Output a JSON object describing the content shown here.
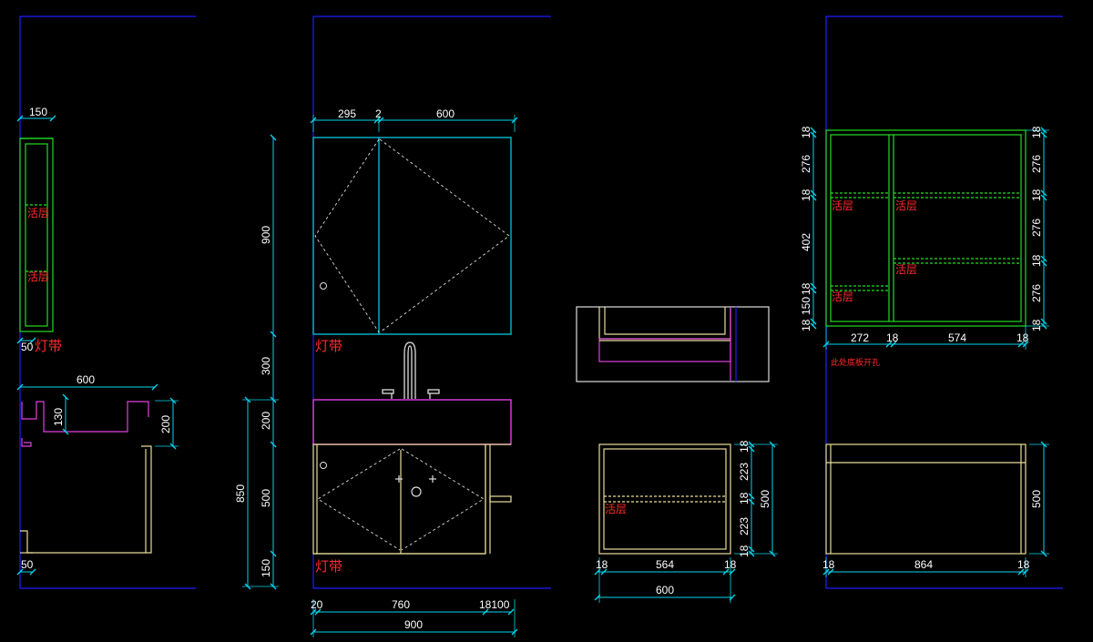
{
  "colors": {
    "background": "#000000",
    "frame": "#1e1eff",
    "dimension": "#00d6ee",
    "dimension_text": "#ffffff",
    "cabinet": "#e8dc9a",
    "mirror": "#00d6ee",
    "shelf_box": "#22dd22",
    "basin": "#e040e0",
    "label": "#ff2a2a"
  },
  "labels": {
    "light_strip": "灯带",
    "movable_shelf": "活层",
    "hole_note": "此处底板开孔"
  },
  "side_view": {
    "top_width": "150",
    "top_offset": "50",
    "base_width": "600",
    "basin_depth": "130",
    "basin_height": "200",
    "base_offset": "50"
  },
  "front_view": {
    "mirror_left": "295",
    "mirror_gap": "2",
    "mirror_right": "600",
    "mirror_height": "900",
    "gap_height": "300",
    "counter_height": "200",
    "cabinet_height": "500",
    "plinth_height": "150",
    "total_height": "850",
    "bottom_left": "20",
    "bottom_mid": "760",
    "bottom_right": "18100",
    "bottom_total": "900"
  },
  "plan_view": {
    "side_18a": "18",
    "inner_width": "564",
    "side_18b": "18",
    "total_width": "600",
    "h_top": "18",
    "h_upper": "223",
    "h_mid": "18",
    "h_lower": "223",
    "h_bottom": "18",
    "h_total": "500"
  },
  "wall_cabinet": {
    "left": {
      "d1": "18",
      "d2": "276",
      "d3": "18",
      "d4": "402",
      "d5": "18",
      "d6": "150",
      "d7": "18"
    },
    "right": {
      "d1": "18",
      "d2": "276",
      "d3": "18",
      "d4": "276",
      "d5": "18",
      "d6": "276",
      "d7": "18"
    },
    "bottom": {
      "w1": "272",
      "w2": "18",
      "w3": "574",
      "w4": "18"
    }
  },
  "base_cabinet_right": {
    "left_side": "18",
    "width": "864",
    "right_side": "18",
    "height": "500"
  }
}
